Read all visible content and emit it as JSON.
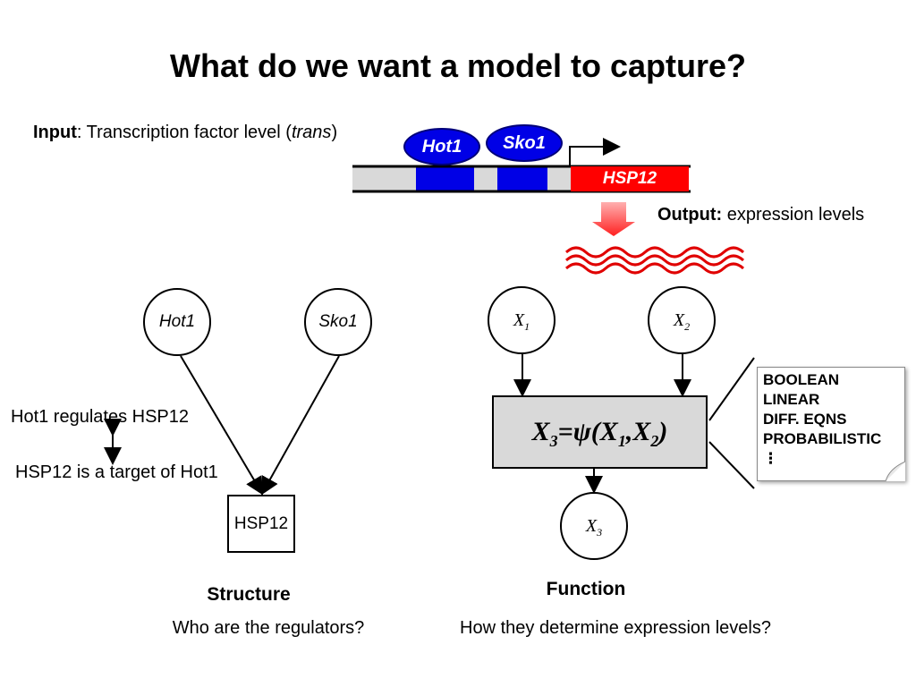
{
  "title": "What do we want a model to capture?",
  "input": {
    "label": "Input",
    "text_before": ": Transcription factor level (",
    "italic": "trans",
    "text_after": ")"
  },
  "output": {
    "label": "Output:",
    "text": " expression levels"
  },
  "factors": {
    "hot1": "Hot1",
    "sko1": "Sko1"
  },
  "gene": "HSP12",
  "structure": {
    "node_hot1": "Hot1",
    "node_sko1": "Sko1",
    "target": "HSP12",
    "relation_top": "Hot1 regulates HSP12",
    "relation_bottom": "HSP12 is a target of Hot1",
    "heading": "Structure",
    "question": "Who are the regulators?"
  },
  "function": {
    "node_x1": {
      "base": "X",
      "sub": "1"
    },
    "node_x2": {
      "base": "X",
      "sub": "2"
    },
    "node_x3": {
      "base": "X",
      "sub": "3"
    },
    "equation": {
      "lhs": "X",
      "lhs_sub": "3",
      "eq": "=ψ(",
      "a": "X",
      "a_sub": "1",
      "comma": ",",
      "b": "X",
      "b_sub": "2",
      "close": ")"
    },
    "heading": "Function",
    "question": "How they determine expression levels?",
    "types": [
      "BOOLEAN",
      "LINEAR",
      "DIFF. EQNS",
      "PROBABILISTIC",
      "⋮"
    ]
  },
  "colors": {
    "tf_blue": "#0000e6",
    "gene_red": "#ff0000",
    "dna_gray": "#d9d9d9",
    "mrna_red": "#e00000"
  }
}
